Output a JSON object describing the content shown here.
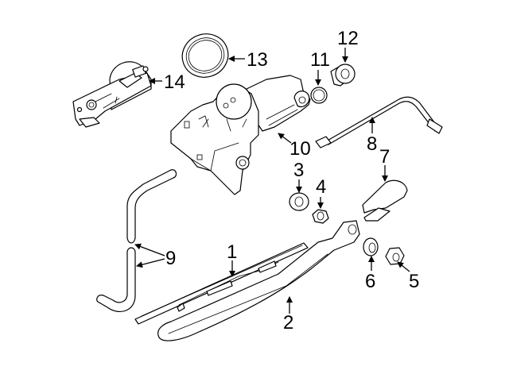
{
  "diagram": {
    "type": "exploded parts diagram",
    "colors": {
      "line": "#000000",
      "background": "#ffffff"
    },
    "callouts": [
      {
        "id": 1,
        "label": "1"
      },
      {
        "id": 2,
        "label": "2"
      },
      {
        "id": 3,
        "label": "3"
      },
      {
        "id": 4,
        "label": "4"
      },
      {
        "id": 5,
        "label": "5"
      },
      {
        "id": 6,
        "label": "6"
      },
      {
        "id": 7,
        "label": "7"
      },
      {
        "id": 8,
        "label": "8"
      },
      {
        "id": 9,
        "label": "9"
      },
      {
        "id": 10,
        "label": "10"
      },
      {
        "id": 11,
        "label": "11"
      },
      {
        "id": 12,
        "label": "12"
      },
      {
        "id": 13,
        "label": "13"
      },
      {
        "id": 14,
        "label": "14"
      }
    ]
  }
}
